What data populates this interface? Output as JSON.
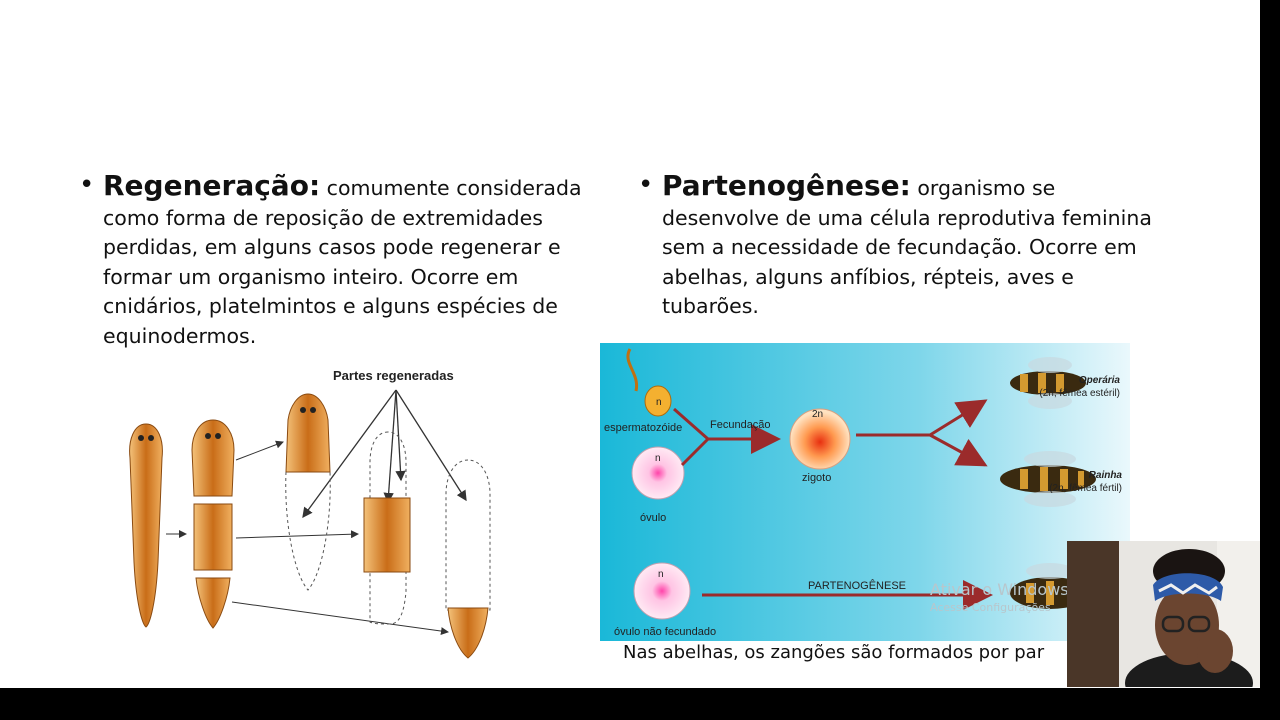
{
  "slide": {
    "regeneration": {
      "term": "Regeneração:",
      "text": "comumente considerada como forma de reposição de extremidades perdidas, em alguns casos pode regenerar e formar um organismo inteiro.  Ocorre em cnidários, platelmintos e alguns espécies de equinodermos."
    },
    "parthenogenesis": {
      "term": "Partenogênese:",
      "text": "organismo se desenvolve de uma célula reprodutiva feminina sem a necessidade de fecundação. Ocorre em abelhas, alguns anfíbios, répteis, aves e tubarões."
    },
    "left_figure": {
      "label": "Partes regeneradas"
    },
    "right_figure": {
      "spermatozoid_label": "espermatozóide",
      "fecundation_label": "Fecundação",
      "n_label": "n",
      "two_n_label": "2n",
      "zygote_label": "zigoto",
      "ovule_label": "óvulo",
      "unfertilized_ovule_label": "óvulo não fecundado",
      "parthenogenesis_label": "PARTENOGÊNESE",
      "worker_title": "Operária",
      "worker_desc": "(2n, fêmea estéril)",
      "queen_title": "Rainha",
      "queen_desc": "(2n, fêmea fértil)"
    },
    "caption": "Nas abelhas, os zangões são formados por par",
    "watermark_title": "Ativar o Windows",
    "watermark_sub": "Acesse Configurações"
  },
  "colors": {
    "diagram_bg_left": "#1ab8d8",
    "diagram_bg_right": "#e4f6fb",
    "arrow": "#9b2b2b",
    "worm": "#d88a2a"
  }
}
